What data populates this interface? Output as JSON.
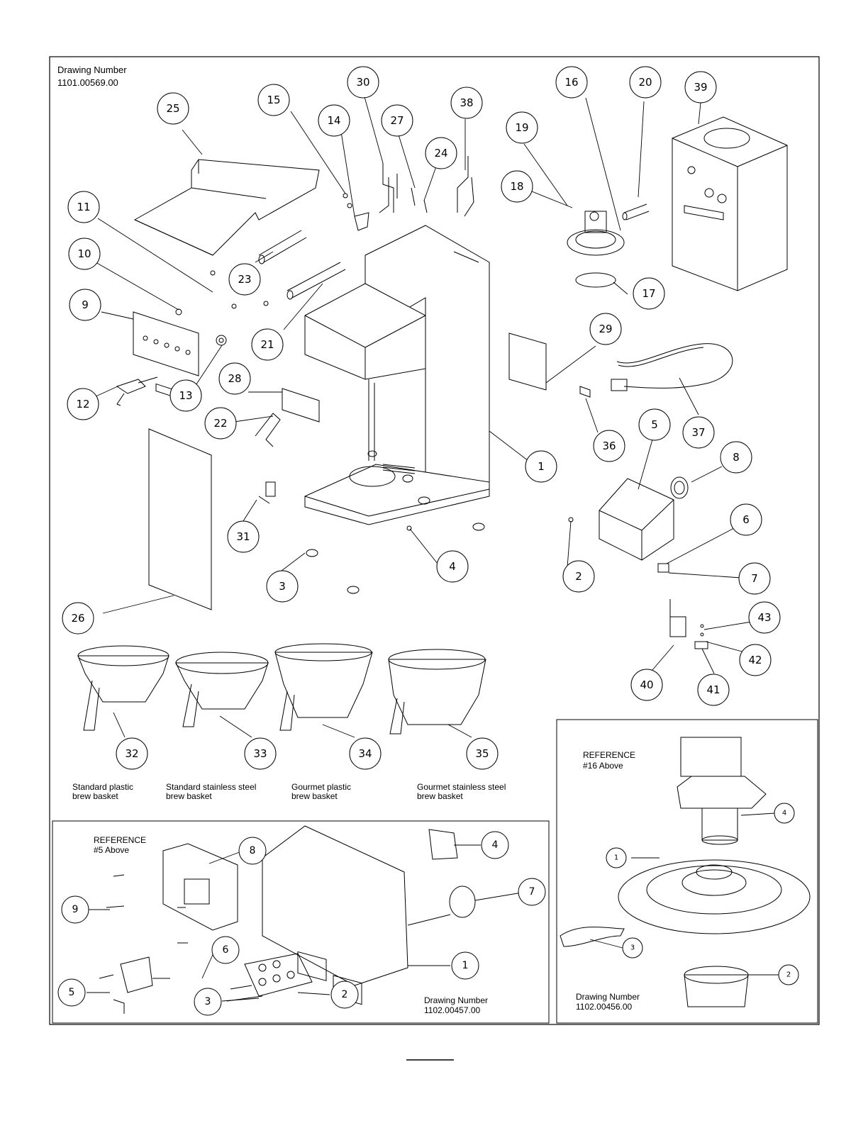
{
  "main": {
    "drawing_label": "Drawing Number",
    "drawing_number": "1101.00569.00",
    "callouts": [
      "1",
      "2",
      "3",
      "4",
      "5",
      "6",
      "7",
      "8",
      "9",
      "10",
      "11",
      "12",
      "13",
      "14",
      "15",
      "16",
      "17",
      "18",
      "19",
      "20",
      "21",
      "22",
      "23",
      "24",
      "25",
      "26",
      "27",
      "28",
      "29",
      "30",
      "31",
      "32",
      "33",
      "34",
      "35",
      "36",
      "37",
      "38",
      "39",
      "40",
      "41",
      "42",
      "43"
    ],
    "baskets": [
      {
        "line1": "Standard plastic",
        "line2": "brew basket"
      },
      {
        "line1": "Standard stainless steel",
        "line2": "brew basket"
      },
      {
        "line1": "Gourmet plastic",
        "line2": "brew basket"
      },
      {
        "line1": "Gourmet stainless steel",
        "line2": "brew basket"
      }
    ]
  },
  "detail_control": {
    "ref_line1": "REFERENCE",
    "ref_line2": "#5 Above",
    "drawing_label": "Drawing Number",
    "drawing_number": "1102.00457.00",
    "callouts": [
      "1",
      "2",
      "3",
      "4",
      "5",
      "6",
      "7",
      "8",
      "9"
    ]
  },
  "detail_valve": {
    "ref_line1": "REFERENCE",
    "ref_line2": "#16 Above",
    "drawing_label": "Drawing Number",
    "drawing_number": "1102.00456.00",
    "callouts": [
      "1",
      "2",
      "3",
      "4"
    ]
  }
}
